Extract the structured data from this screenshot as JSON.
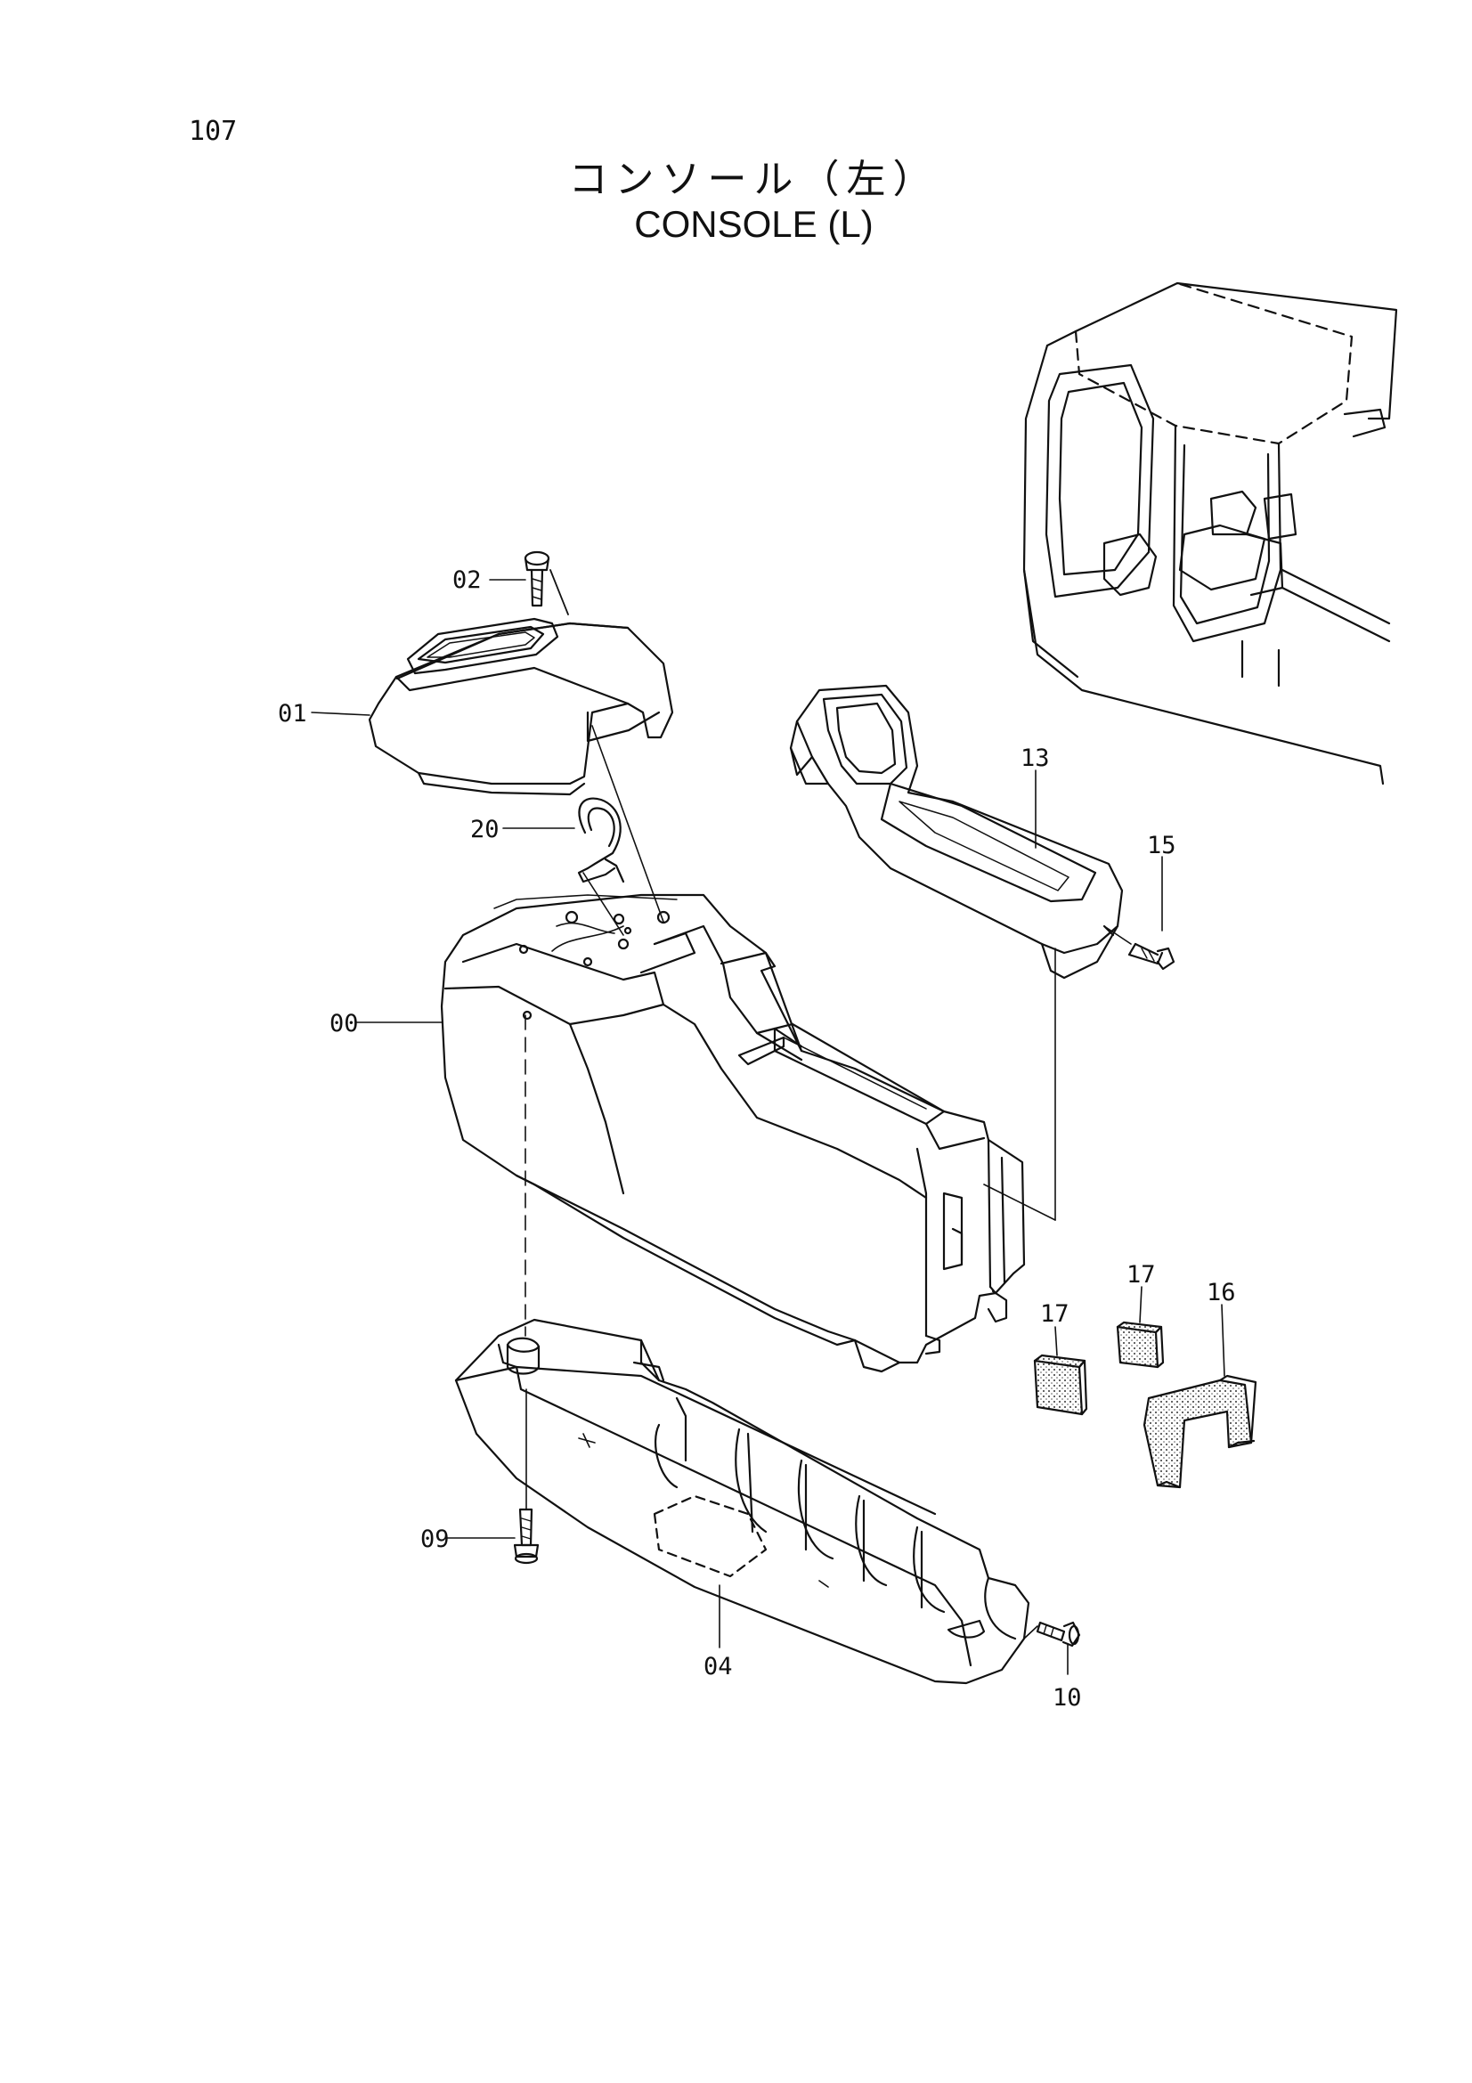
{
  "header": {
    "page_number": "107",
    "title_jp": "コンソール（左）",
    "title_en": "CONSOLE (L)"
  },
  "callouts": {
    "p00": "00",
    "p01": "01",
    "p02": "02",
    "p04": "04",
    "p09": "09",
    "p10": "10",
    "p13": "13",
    "p15": "15",
    "p16": "16",
    "p17a": "17",
    "p17b": "17",
    "p20": "20"
  }
}
